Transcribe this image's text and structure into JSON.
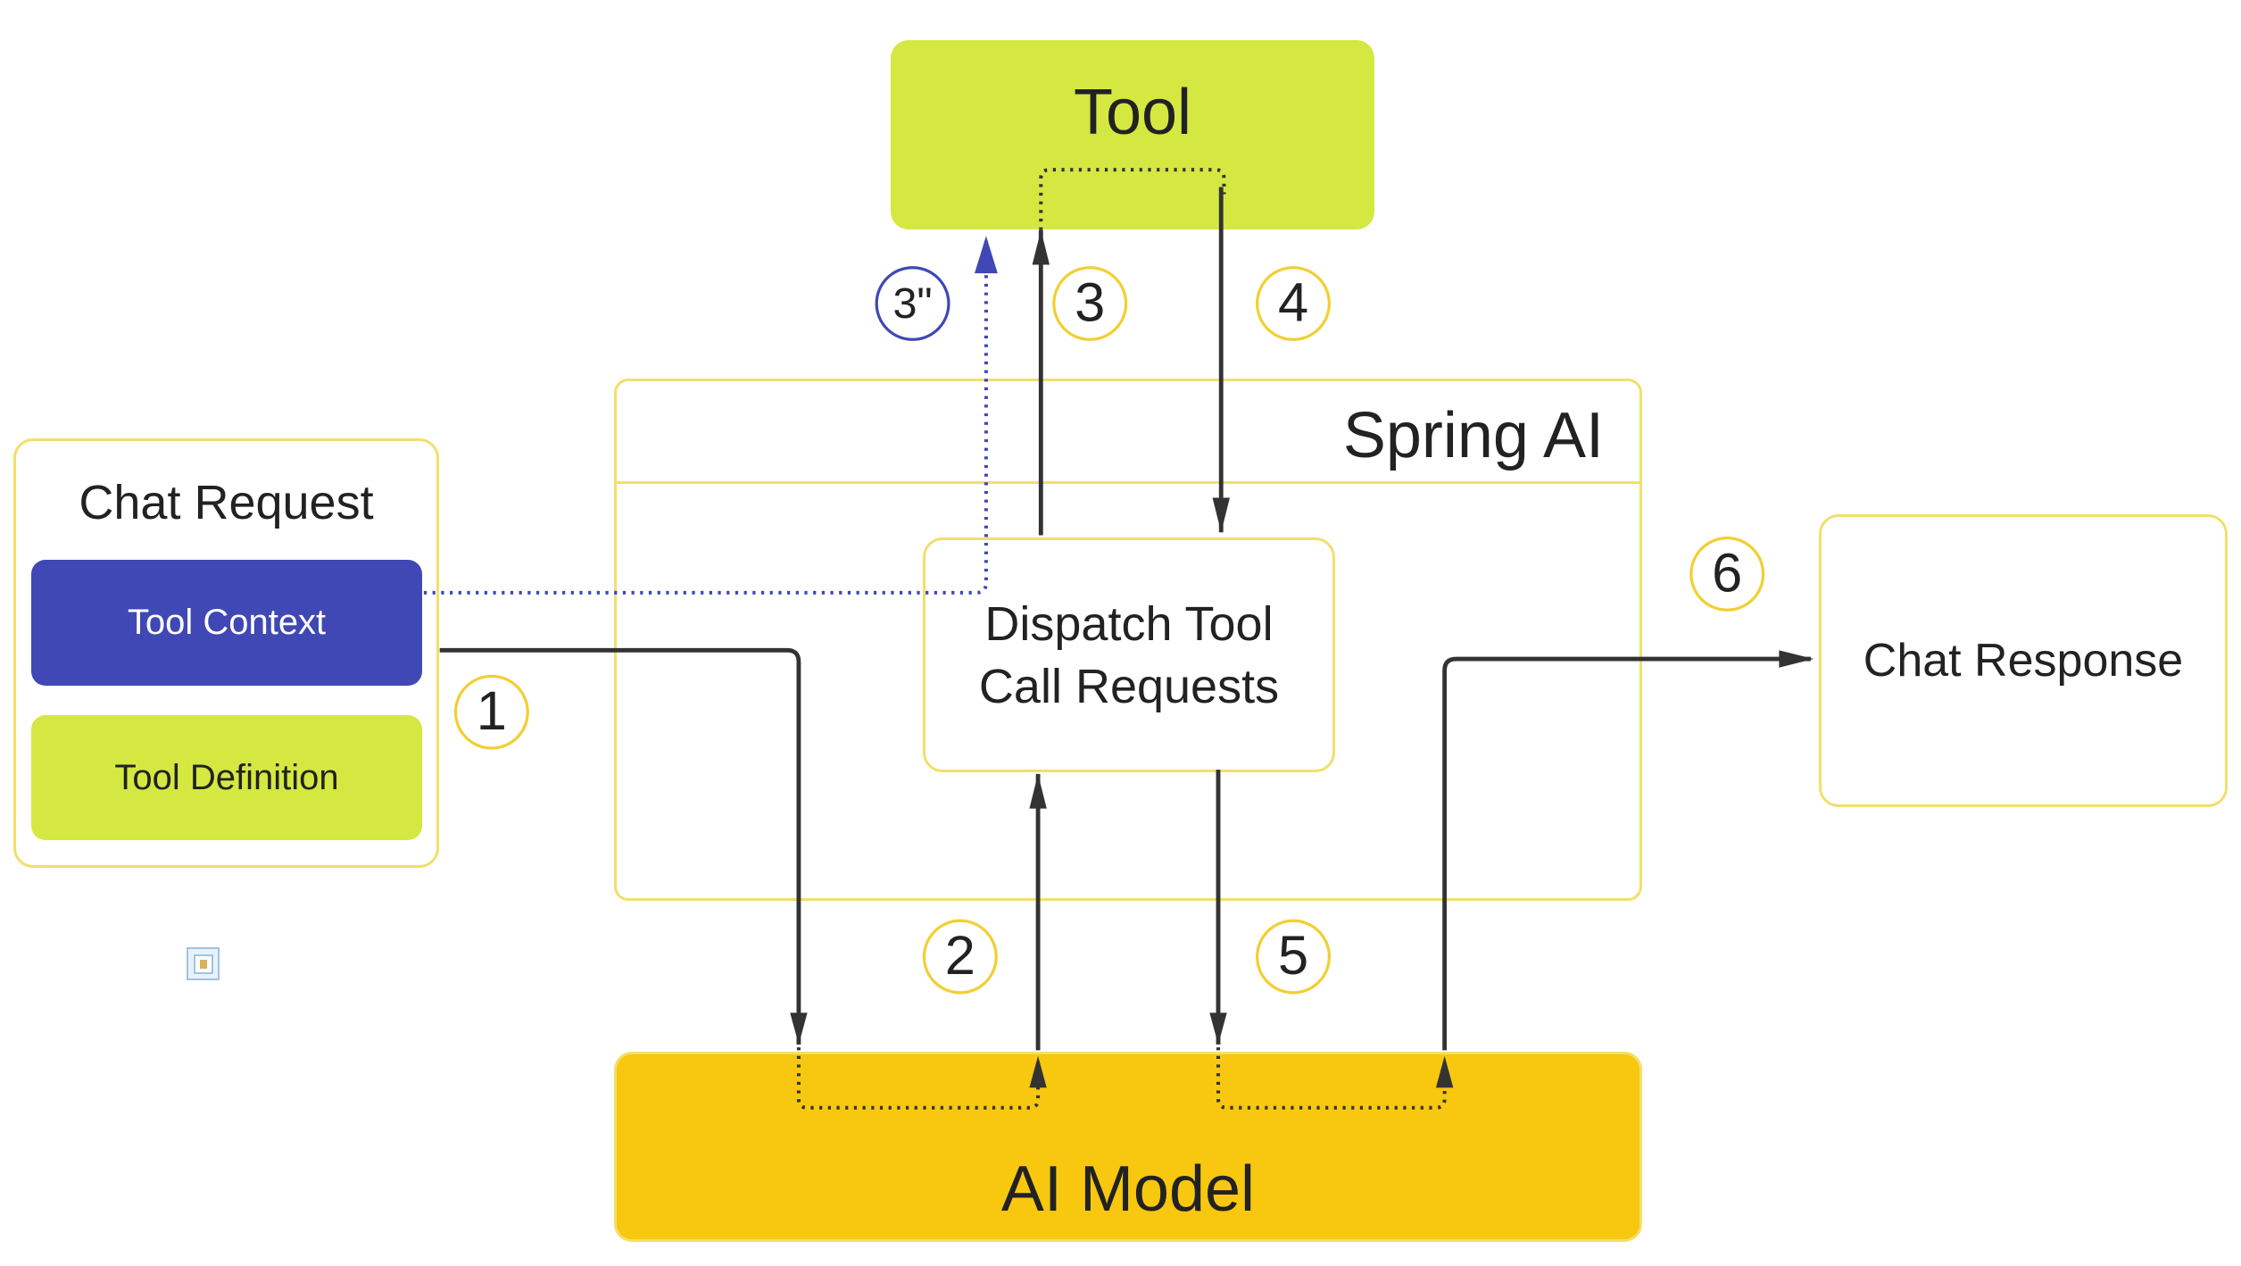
{
  "nodes": {
    "tool": "Tool",
    "spring_ai": "Spring AI",
    "dispatch": [
      "Dispatch Tool",
      "Call Requests"
    ],
    "ai_model": "AI Model",
    "chat_request": "Chat Request",
    "tool_context": "Tool Context",
    "tool_definition": "Tool Definition",
    "chat_response": "Chat Response"
  },
  "steps": [
    "1",
    "2",
    "3",
    "3\"",
    "4",
    "5",
    "6"
  ],
  "colors": {
    "tool_green": "#d4e841",
    "ai_model_yellow": "#f8c70f",
    "tool_context_blue": "#3f48b5",
    "border_yellow": "#f2df6b",
    "arrow": "#333333",
    "dotted_blue": "#3f48b5"
  }
}
